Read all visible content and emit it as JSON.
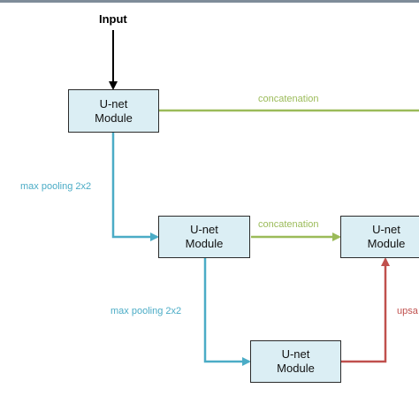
{
  "colors": {
    "pooling": "#4bacc6",
    "concat": "#9bbb59",
    "upsample": "#c0504d",
    "module_fill": "#dbeef4",
    "input_arrow": "#000000"
  },
  "input": {
    "label": "Input"
  },
  "modules": [
    {
      "line1": "U-net",
      "line2": "Module"
    },
    {
      "line1": "U-net",
      "line2": "Module"
    },
    {
      "line1": "U-net",
      "line2": "Module"
    },
    {
      "line1": "U-net",
      "line2": "Module"
    }
  ],
  "edges": {
    "concat_top": "concatenation",
    "concat_mid": "concatenation",
    "pool_1": "max pooling 2x2",
    "pool_2": "max pooling 2x2",
    "upsample": "upsa"
  }
}
